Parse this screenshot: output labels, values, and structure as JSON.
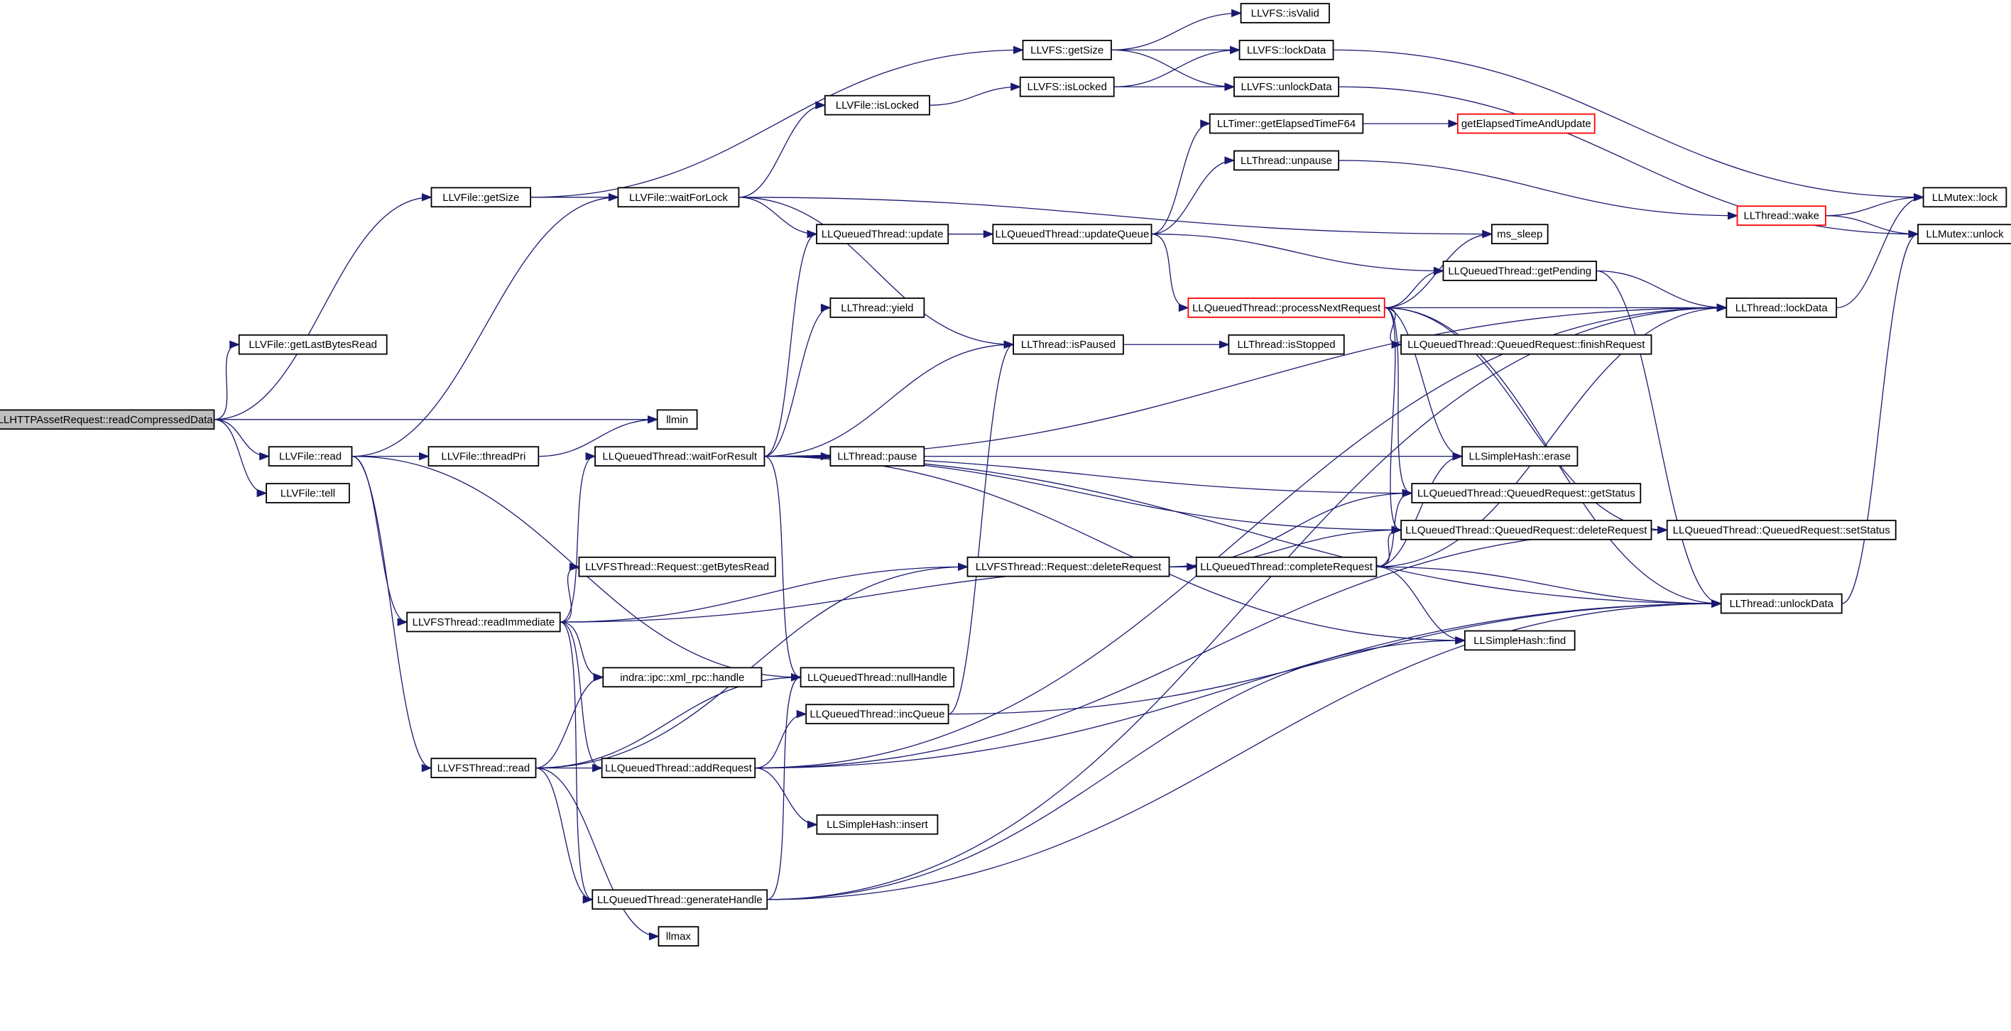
{
  "diagram": {
    "type": "call-graph",
    "colors": {
      "edge": "#191970",
      "root_fill": "#bfbfbf",
      "highlight_border": "#ff0000",
      "node_border": "#000000"
    },
    "nodes": [
      {
        "id": "root",
        "label": "LLHTTPAssetRequest::readCompressedData",
        "style": "root"
      },
      {
        "id": "getLastBytesRead",
        "label": "LLVFile::getLastBytesRead"
      },
      {
        "id": "vfileGetSize",
        "label": "LLVFile::getSize"
      },
      {
        "id": "llmin",
        "label": "llmin"
      },
      {
        "id": "vfileRead",
        "label": "LLVFile::read"
      },
      {
        "id": "vfileTell",
        "label": "LLVFile::tell"
      },
      {
        "id": "vfsGetSize",
        "label": "LLVFS::getSize"
      },
      {
        "id": "waitForLock",
        "label": "LLVFile::waitForLock"
      },
      {
        "id": "threadPri",
        "label": "LLVFile::threadPri"
      },
      {
        "id": "readImmediate",
        "label": "LLVFSThread::readImmediate"
      },
      {
        "id": "vfsThreadRead",
        "label": "LLVFSThread::read"
      },
      {
        "id": "isLocked",
        "label": "LLVFile::isLocked"
      },
      {
        "id": "vfsIsLocked",
        "label": "LLVFS::isLocked"
      },
      {
        "id": "vfsIsValid",
        "label": "LLVFS::isValid"
      },
      {
        "id": "vfsLockData",
        "label": "LLVFS::lockData"
      },
      {
        "id": "vfsUnlockData",
        "label": "LLVFS::unlockData"
      },
      {
        "id": "qtUpdate",
        "label": "LLQueuedThread::update"
      },
      {
        "id": "updateQueue",
        "label": "LLQueuedThread::updateQueue"
      },
      {
        "id": "getElapsed64",
        "label": "LLTimer::getElapsedTimeF64"
      },
      {
        "id": "getElapsedUpdate",
        "label": "getElapsedTimeAndUpdate",
        "style": "red"
      },
      {
        "id": "unpause",
        "label": "LLThread::unpause"
      },
      {
        "id": "wake",
        "label": "LLThread::wake",
        "style": "red"
      },
      {
        "id": "mutexLock",
        "label": "LLMutex::lock"
      },
      {
        "id": "mutexUnlock",
        "label": "LLMutex::unlock"
      },
      {
        "id": "msSleep",
        "label": "ms_sleep"
      },
      {
        "id": "getPending",
        "label": "LLQueuedThread::getPending"
      },
      {
        "id": "processNext",
        "label": "LLQueuedThread::processNextRequest",
        "style": "red"
      },
      {
        "id": "threadLockData",
        "label": "LLThread::lockData"
      },
      {
        "id": "yield",
        "label": "LLThread::yield"
      },
      {
        "id": "isPaused",
        "label": "LLThread::isPaused"
      },
      {
        "id": "isStopped",
        "label": "LLThread::isStopped"
      },
      {
        "id": "finishRequest",
        "label": "LLQueuedThread::QueuedRequest::finishRequest"
      },
      {
        "id": "waitForResult",
        "label": "LLQueuedThread::waitForResult"
      },
      {
        "id": "pause",
        "label": "LLThread::pause"
      },
      {
        "id": "erase",
        "label": "LLSimpleHash::erase"
      },
      {
        "id": "getStatus",
        "label": "LLQueuedThread::QueuedRequest::getStatus"
      },
      {
        "id": "deleteRequestQ",
        "label": "LLQueuedThread::QueuedRequest::deleteRequest"
      },
      {
        "id": "setStatus",
        "label": "LLQueuedThread::QueuedRequest::setStatus"
      },
      {
        "id": "getBytesRead",
        "label": "LLVFSThread::Request::getBytesRead"
      },
      {
        "id": "deleteRequestV",
        "label": "LLVFSThread::Request::deleteRequest"
      },
      {
        "id": "completeRequest",
        "label": "LLQueuedThread::completeRequest"
      },
      {
        "id": "threadUnlockData",
        "label": "LLThread::unlockData"
      },
      {
        "id": "find",
        "label": "LLSimpleHash::find"
      },
      {
        "id": "xmlRpcHandle",
        "label": "indra::ipc::xml_rpc::handle"
      },
      {
        "id": "nullHandle",
        "label": "LLQueuedThread::nullHandle"
      },
      {
        "id": "incQueue",
        "label": "LLQueuedThread::incQueue"
      },
      {
        "id": "addRequest",
        "label": "LLQueuedThread::addRequest"
      },
      {
        "id": "insert",
        "label": "LLSimpleHash::insert"
      },
      {
        "id": "generateHandle",
        "label": "LLQueuedThread::generateHandle"
      },
      {
        "id": "llmax",
        "label": "llmax"
      }
    ],
    "edges": [
      [
        "root",
        "getLastBytesRead"
      ],
      [
        "root",
        "vfileGetSize"
      ],
      [
        "root",
        "llmin"
      ],
      [
        "root",
        "vfileRead"
      ],
      [
        "root",
        "vfileTell"
      ],
      [
        "vfileGetSize",
        "vfsGetSize"
      ],
      [
        "vfileGetSize",
        "waitForLock"
      ],
      [
        "vfileRead",
        "waitForLock"
      ],
      [
        "vfileRead",
        "threadPri"
      ],
      [
        "vfileRead",
        "readImmediate"
      ],
      [
        "vfileRead",
        "vfsThreadRead"
      ],
      [
        "vfileRead",
        "nullHandle"
      ],
      [
        "threadPri",
        "llmin"
      ],
      [
        "waitForLock",
        "isLocked"
      ],
      [
        "waitForLock",
        "qtUpdate"
      ],
      [
        "waitForLock",
        "msSleep"
      ],
      [
        "waitForLock",
        "isPaused"
      ],
      [
        "isLocked",
        "vfsIsLocked"
      ],
      [
        "vfsIsLocked",
        "vfsLockData"
      ],
      [
        "vfsIsLocked",
        "vfsUnlockData"
      ],
      [
        "vfsGetSize",
        "vfsIsValid"
      ],
      [
        "vfsGetSize",
        "vfsLockData"
      ],
      [
        "vfsGetSize",
        "vfsUnlockData"
      ],
      [
        "vfsLockData",
        "mutexLock"
      ],
      [
        "vfsUnlockData",
        "mutexUnlock"
      ],
      [
        "qtUpdate",
        "updateQueue"
      ],
      [
        "updateQueue",
        "getElapsed64"
      ],
      [
        "updateQueue",
        "unpause"
      ],
      [
        "updateQueue",
        "getPending"
      ],
      [
        "updateQueue",
        "processNext"
      ],
      [
        "getElapsed64",
        "getElapsedUpdate"
      ],
      [
        "unpause",
        "wake"
      ],
      [
        "wake",
        "mutexLock"
      ],
      [
        "wake",
        "mutexUnlock"
      ],
      [
        "getPending",
        "threadLockData"
      ],
      [
        "getPending",
        "threadUnlockData"
      ],
      [
        "processNext",
        "getPending"
      ],
      [
        "processNext",
        "msSleep"
      ],
      [
        "processNext",
        "threadLockData"
      ],
      [
        "processNext",
        "finishRequest"
      ],
      [
        "processNext",
        "erase"
      ],
      [
        "processNext",
        "getStatus"
      ],
      [
        "processNext",
        "deleteRequestQ"
      ],
      [
        "processNext",
        "setStatus"
      ],
      [
        "processNext",
        "threadUnlockData"
      ],
      [
        "threadLockData",
        "mutexLock"
      ],
      [
        "threadUnlockData",
        "mutexUnlock"
      ],
      [
        "isPaused",
        "isStopped"
      ],
      [
        "waitForResult",
        "qtUpdate"
      ],
      [
        "waitForResult",
        "yield"
      ],
      [
        "waitForResult",
        "isPaused"
      ],
      [
        "waitForResult",
        "threadLockData"
      ],
      [
        "waitForResult",
        "pause"
      ],
      [
        "waitForResult",
        "erase"
      ],
      [
        "waitForResult",
        "getStatus"
      ],
      [
        "waitForResult",
        "deleteRequestQ"
      ],
      [
        "waitForResult",
        "find"
      ],
      [
        "waitForResult",
        "threadUnlockData"
      ],
      [
        "waitForResult",
        "nullHandle"
      ],
      [
        "readImmediate",
        "getBytesRead"
      ],
      [
        "readImmediate",
        "deleteRequestV"
      ],
      [
        "readImmediate",
        "completeRequest"
      ],
      [
        "readImmediate",
        "waitForResult"
      ],
      [
        "readImmediate",
        "xmlRpcHandle"
      ],
      [
        "readImmediate",
        "addRequest"
      ],
      [
        "readImmediate",
        "generateHandle"
      ],
      [
        "deleteRequestV",
        "deleteRequestQ"
      ],
      [
        "deleteRequestV",
        "getStatus"
      ],
      [
        "completeRequest",
        "erase"
      ],
      [
        "completeRequest",
        "getStatus"
      ],
      [
        "completeRequest",
        "deleteRequestQ"
      ],
      [
        "completeRequest",
        "find"
      ],
      [
        "completeRequest",
        "threadLockData"
      ],
      [
        "completeRequest",
        "threadUnlockData"
      ],
      [
        "incQueue",
        "isPaused"
      ],
      [
        "incQueue",
        "threadUnlockData"
      ],
      [
        "vfsThreadRead",
        "xmlRpcHandle"
      ],
      [
        "vfsThreadRead",
        "nullHandle"
      ],
      [
        "vfsThreadRead",
        "addRequest"
      ],
      [
        "vfsThreadRead",
        "deleteRequestV"
      ],
      [
        "vfsThreadRead",
        "generateHandle"
      ],
      [
        "vfsThreadRead",
        "llmax"
      ],
      [
        "addRequest",
        "incQueue"
      ],
      [
        "addRequest",
        "insert"
      ],
      [
        "addRequest",
        "threadLockData"
      ],
      [
        "addRequest",
        "setStatus"
      ],
      [
        "addRequest",
        "threadUnlockData"
      ],
      [
        "generateHandle",
        "nullHandle"
      ],
      [
        "generateHandle",
        "find"
      ],
      [
        "generateHandle",
        "threadLockData"
      ],
      [
        "generateHandle",
        "threadUnlockData"
      ]
    ]
  }
}
